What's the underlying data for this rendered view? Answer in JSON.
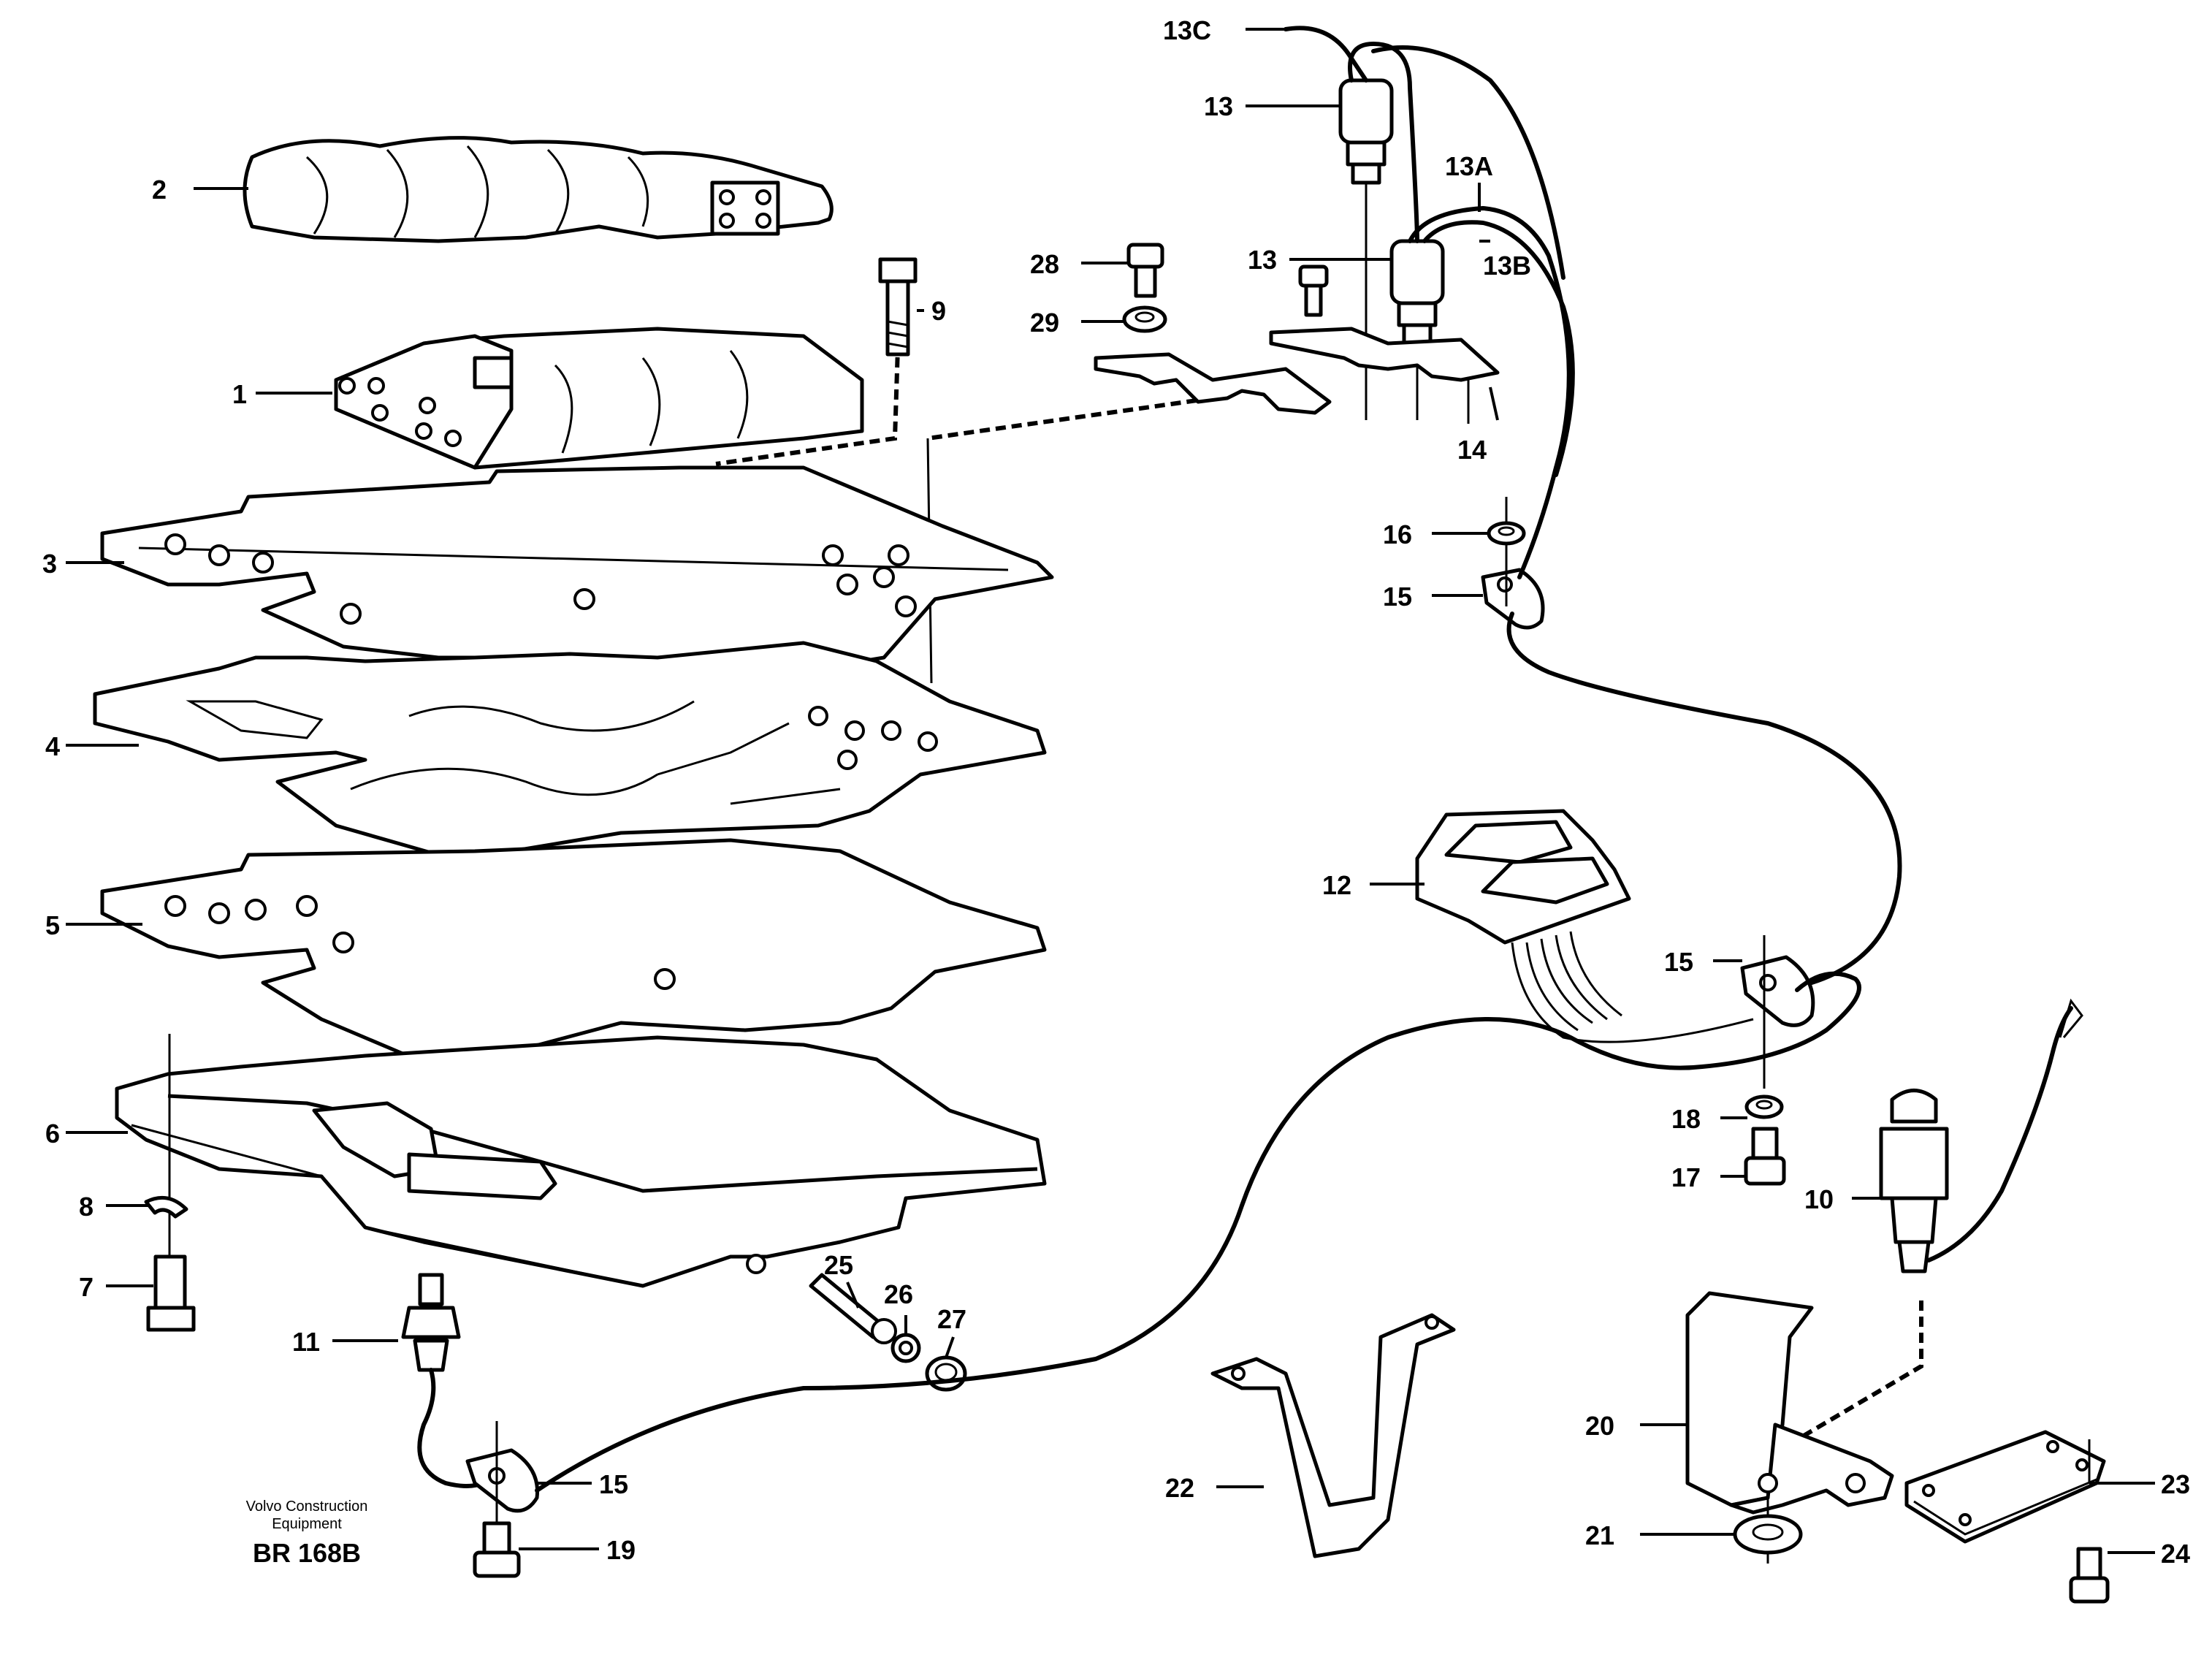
{
  "diagram": {
    "callouts": {
      "c1": "1",
      "c2": "2",
      "c3": "3",
      "c4": "4",
      "c5": "5",
      "c6": "6",
      "c7": "7",
      "c8": "8",
      "c9": "9",
      "c10": "10",
      "c11": "11",
      "c12": "12",
      "c13a": "13",
      "c13b": "13",
      "c13A": "13A",
      "c13B": "13B",
      "c13C": "13C",
      "c14": "14",
      "c15a": "15",
      "c15b": "15",
      "c15c": "15",
      "c16": "16",
      "c17": "17",
      "c18": "18",
      "c19": "19",
      "c20": "20",
      "c21": "21",
      "c22": "22",
      "c23": "23",
      "c24": "24",
      "c25": "25",
      "c26": "26",
      "c27": "27",
      "c28": "28",
      "c29": "29"
    },
    "footer": {
      "company_line1": "Volvo Construction",
      "company_line2": "Equipment",
      "reference": "BR 168B"
    }
  }
}
